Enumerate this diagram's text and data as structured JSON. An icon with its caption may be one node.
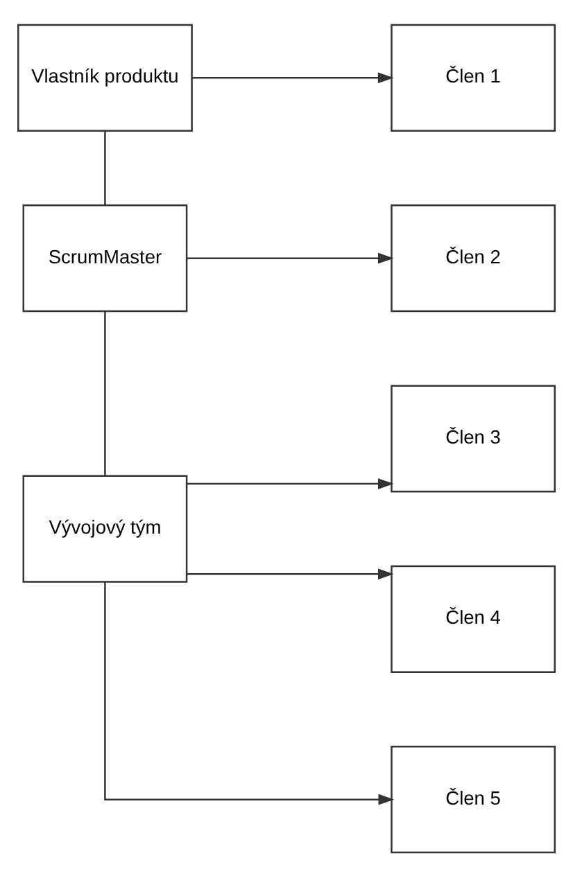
{
  "diagram": {
    "nodes": [
      {
        "text": [
          "Vlastník produktu"
        ]
      },
      {
        "text": [
          "Člen 1"
        ]
      },
      {
        "text": [
          "ScrumMaster"
        ]
      },
      {
        "text": [
          "Člen 2"
        ]
      },
      {
        "text": [
          "Člen 3"
        ]
      },
      {
        "text": [
          "Vývojový tým"
        ]
      },
      {
        "text": [
          "Člen 4"
        ]
      },
      {
        "text": [
          "Člen 5"
        ]
      }
    ],
    "edges": [
      {
        "from": 0,
        "to": 1,
        "arrow": "to"
      },
      {
        "from": 0,
        "to": 2,
        "arrow": "none"
      },
      {
        "from": 2,
        "to": 3,
        "arrow": "to"
      },
      {
        "from": 2,
        "to": 5,
        "arrow": "none"
      },
      {
        "from": 5,
        "to": 4,
        "arrow": "to"
      },
      {
        "from": 5,
        "to": 6,
        "arrow": "to"
      },
      {
        "from": 5,
        "to": 7,
        "arrow": "to"
      }
    ]
  }
}
